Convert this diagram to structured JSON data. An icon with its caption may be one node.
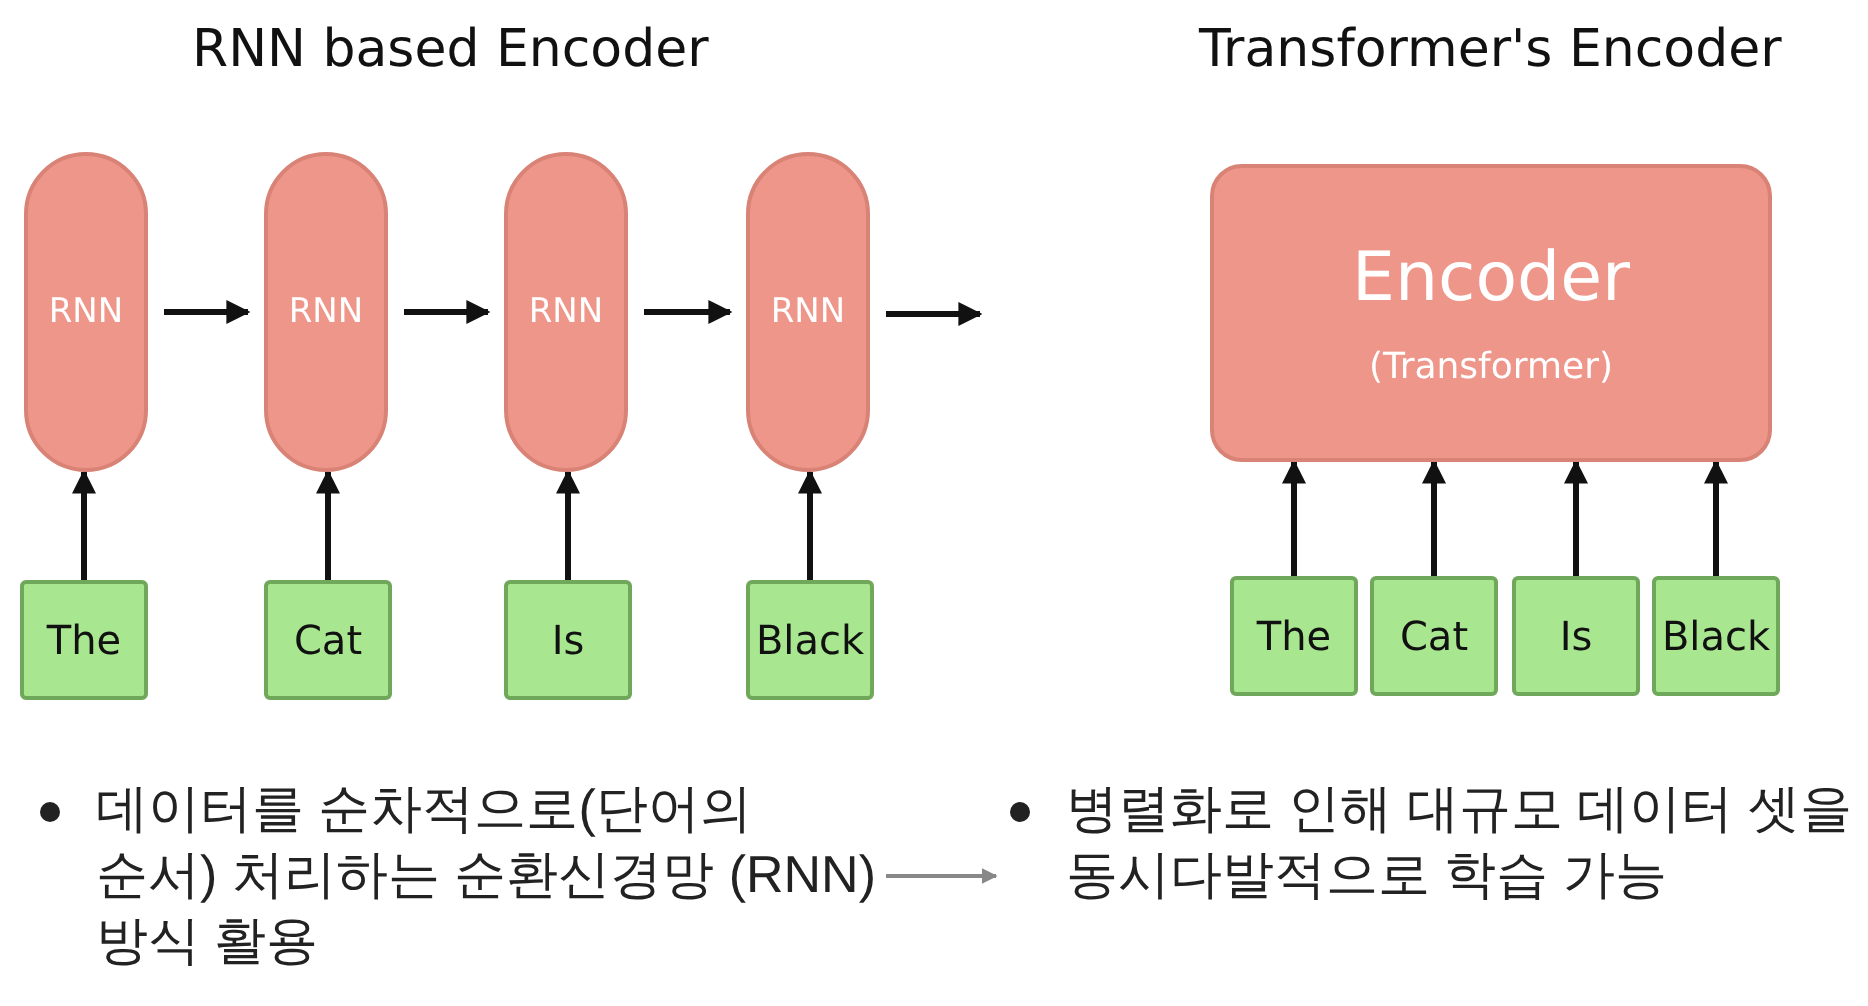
{
  "diagram": {
    "nodes": [
      {
        "text": [
          "RNN"
        ]
      },
      {
        "text": [
          "RNN"
        ]
      },
      {
        "text": [
          "RNN"
        ]
      },
      {
        "text": [
          "RNN"
        ]
      },
      {
        "text": [
          "The"
        ]
      },
      {
        "text": [
          "Cat"
        ]
      },
      {
        "text": [
          "Is"
        ]
      },
      {
        "text": [
          "Black"
        ]
      },
      {
        "text": [
          "Encoder",
          "(Transformer)"
        ]
      },
      {
        "text": [
          "The"
        ]
      },
      {
        "text": [
          "Cat"
        ]
      },
      {
        "text": [
          "Is"
        ]
      },
      {
        "text": [
          "Black"
        ]
      },
      {
        "text": [
          "데이터를 순차적으로(단어의 순서) 처리하는 순환신경망 (RNN) 방식 활용"
        ]
      },
      {
        "text": [
          "병렬화로 인해 대규모 데이터 셋을 동시다발적으로 학습 가능"
        ]
      }
    ],
    "edges": [
      {
        "from": 0,
        "to": 1,
        "arrow": "to"
      },
      {
        "from": 1,
        "to": 2,
        "arrow": "to"
      },
      {
        "from": 2,
        "to": 3,
        "arrow": "to"
      },
      {
        "from": 3,
        "to": null,
        "arrow": "to"
      },
      {
        "from": 4,
        "to": 0,
        "arrow": "to"
      },
      {
        "from": 5,
        "to": 1,
        "arrow": "to"
      },
      {
        "from": 6,
        "to": 2,
        "arrow": "to"
      },
      {
        "from": 7,
        "to": 3,
        "arrow": "to"
      },
      {
        "from": 9,
        "to": 8,
        "arrow": "to"
      },
      {
        "from": 10,
        "to": 8,
        "arrow": "to"
      },
      {
        "from": 11,
        "to": 8,
        "arrow": "to"
      },
      {
        "from": 12,
        "to": 8,
        "arrow": "to"
      },
      {
        "from": 13,
        "to": 14,
        "arrow": "to",
        "color": "#888888"
      }
    ],
    "labels": [
      "RNN based Encoder",
      "Transformer's Encoder"
    ]
  }
}
